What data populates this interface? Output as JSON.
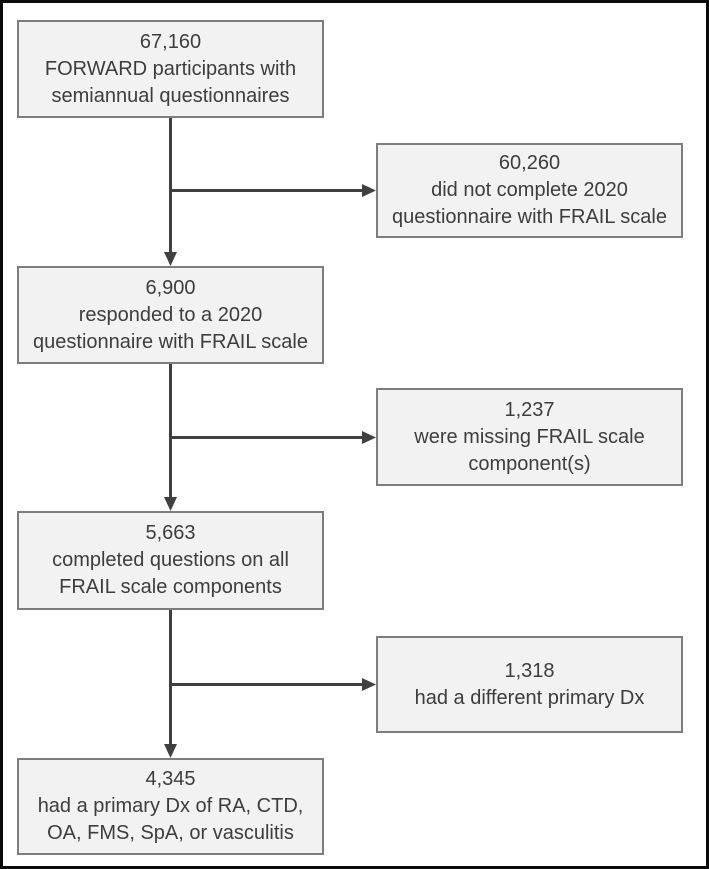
{
  "colors": {
    "background": "#ffffff",
    "frame_border": "#0a0a0a",
    "box_fill": "#f2f2f2",
    "box_border": "#7d7d7d",
    "text": "#3d3d3d",
    "arrow": "#404040"
  },
  "flowchart": {
    "boxes": [
      {
        "value": "67,160",
        "label": "FORWARD participants with\nsemiannual questionnaires"
      },
      {
        "value": "60,260",
        "label": "did not complete 2020\nquestionnaire with FRAIL scale"
      },
      {
        "value": "6,900",
        "label": "responded to a 2020\nquestionnaire with FRAIL scale"
      },
      {
        "value": "1,237",
        "label": "were missing FRAIL scale\ncomponent(s)"
      },
      {
        "value": "5,663",
        "label": "completed questions on all\nFRAIL scale components"
      },
      {
        "value": "1,318",
        "label": "had a different primary Dx"
      },
      {
        "value": "4,345",
        "label": "had a primary Dx of RA, CTD,\nOA, FMS, SpA, or vasculitis"
      }
    ]
  }
}
